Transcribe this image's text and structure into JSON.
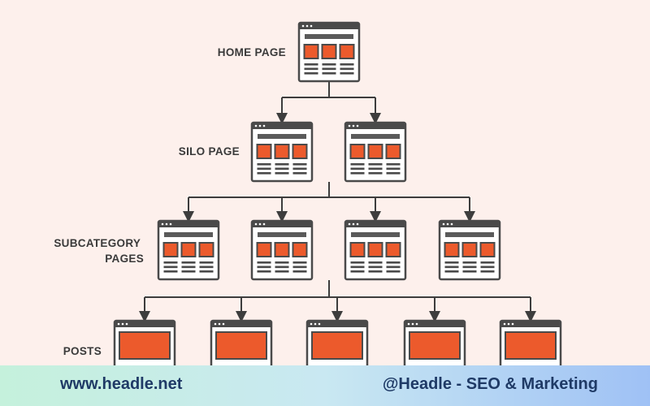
{
  "diagram": {
    "labels": {
      "home": "HOME PAGE",
      "silo": "SILO PAGE",
      "subcategory_line1": "SUBCATEGORY",
      "subcategory_line2": "PAGES",
      "posts": "POSTS"
    },
    "counts": {
      "home": 1,
      "silo": 2,
      "subcategory": 4,
      "posts": 5
    },
    "colors": {
      "background": "#fdf0ec",
      "frame": "#4a4a4a",
      "accent": "#ec5a2c",
      "titlebar": "#5a5a5a",
      "connector": "#3d3d3d"
    }
  },
  "footer": {
    "website": "www.headle.net",
    "handle": "@Headle - SEO & Marketing"
  }
}
